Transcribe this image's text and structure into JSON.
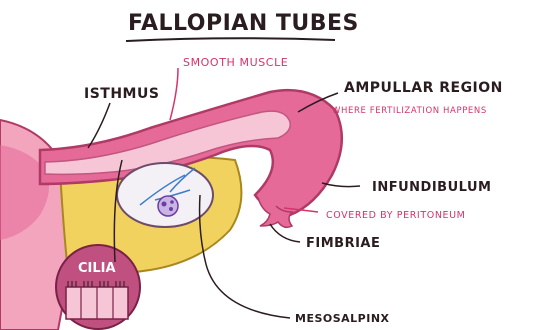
{
  "title": "FALLOPIAN TUBES",
  "labels": {
    "isthmus": "ISTHMUS",
    "smooth_muscle": "SMOOTH MUSCLE",
    "ampullar_region": "AMPULLAR REGION",
    "ampullar_note": "WHERE FERTILIZATION HAPPENS",
    "infundibulum": "INFUNDIBULUM",
    "covered_by_peritoneum": "COVERED BY PERITONEUM",
    "fimbriae": "FIMBRIAE",
    "cilia": "CILIA",
    "mesosalpinx": "MESOSALPINX"
  },
  "colors": {
    "ink": "#2b1d1f",
    "pink_label": "#d6336a",
    "tube_pink": "#e56a98",
    "uterus_pink": "#f2a5bd",
    "lumen_pink": "#f7c6d6",
    "mesosalpinx_yellow": "#f2d25e",
    "ovary": "#f3f0f6",
    "cilia_circle": "#c0507f"
  }
}
